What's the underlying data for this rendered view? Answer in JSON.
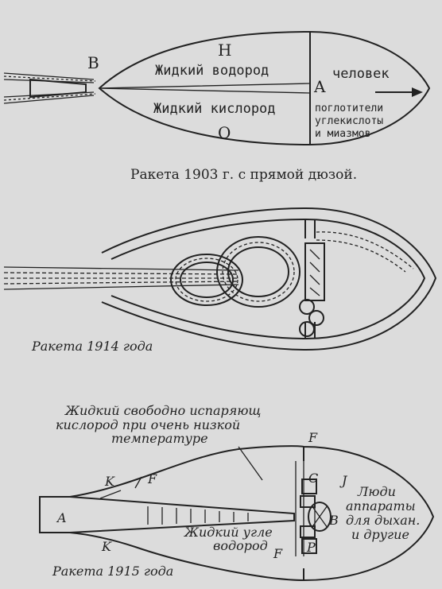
{
  "rocket_1903": {
    "point_B": "B",
    "point_H": "H",
    "point_A": "A",
    "point_O": "O",
    "hydrogen": "Жидкий водород",
    "oxygen": "Жидкий кислород",
    "person": "человек",
    "absorbers_1": "поглотители",
    "absorbers_2": "углекислоты",
    "absorbers_3": "и миазмов",
    "caption": "Ракета 1903 г. с прямой дюзой."
  },
  "rocket_1914": {
    "caption": "Ракета 1914 года"
  },
  "rocket_1915": {
    "oxygen_note_1": "Жидкий свободно испаряющ",
    "oxygen_note_2": "кислород при очень низкой",
    "oxygen_note_3": "температуре",
    "letter_F_top": "F",
    "letter_K_top": "K",
    "letter_F_left": "F",
    "letter_A": "A",
    "letter_K_bottom": "K",
    "letter_C": "C",
    "letter_J": "J",
    "letter_B": "B",
    "letter_P": "P",
    "letter_F_bottom": "F",
    "people_1": "Люди",
    "people_2": "аппараты",
    "people_3": "для дыхан.",
    "people_4": "и другие",
    "hydrocarbon_1": "Жидкий угле",
    "hydrocarbon_2": "водород",
    "caption": "Ракета 1915 года"
  }
}
